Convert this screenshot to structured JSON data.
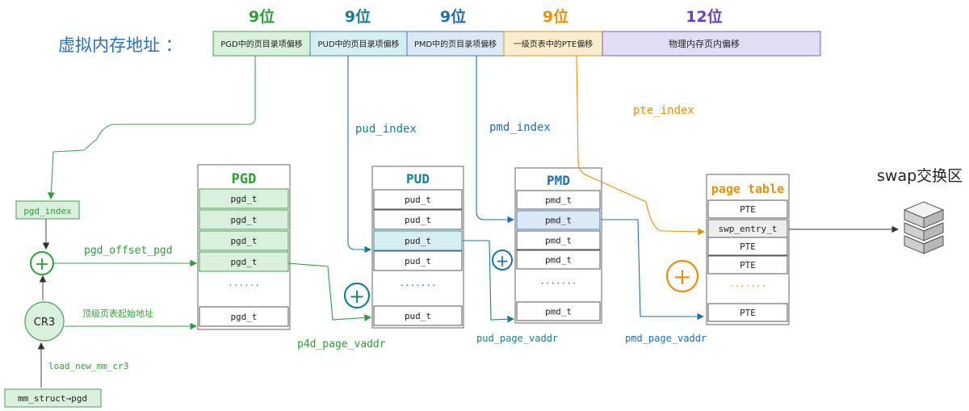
{
  "address": {
    "label": "虚拟内存地址 ：",
    "fields": [
      {
        "bits": "9位",
        "text": "PGD中的页目录项偏移",
        "bits_color": "#2e9e3c",
        "fill": "#d9f0dc",
        "stroke": "#4a9e55"
      },
      {
        "bits": "9位",
        "text": "PUD中的页目录项偏移",
        "bits_color": "#1a7f8c",
        "fill": "#d6eef2",
        "stroke": "#3e8c96"
      },
      {
        "bits": "9位",
        "text": "PMD中的页目录项偏移",
        "bits_color": "#1f6fae",
        "fill": "#dbe8f6",
        "stroke": "#4a7cb0"
      },
      {
        "bits": "9位",
        "text": "一级页表中的PTE偏移",
        "bits_color": "#e8900c",
        "fill": "#fbedcc",
        "stroke": "#c99a3a"
      },
      {
        "bits": "12位",
        "text": "物理内存页内偏移",
        "bits_color": "#6a3fc4",
        "fill": "#e3dcf5",
        "stroke": "#7a63b8"
      }
    ]
  },
  "colors": {
    "green": "#2e9e3c",
    "teal": "#1a7f8c",
    "blue": "#1f6fae",
    "orange": "#e8900c",
    "purple": "#6a3fc4",
    "label_blue": "#2a6fb8",
    "dark": "#333333"
  },
  "index_labels": {
    "pud_index": "pud_index",
    "pmd_index": "pmd_index",
    "pte_index": "pte_index"
  },
  "left_chain": {
    "pgd_index": "pgd_index",
    "pgd_offset": "pgd_offset_pgd",
    "cr3": "CR3",
    "cr3_desc": "顶级页表起始地址",
    "load": "load_new_mm_cr3",
    "mm_struct": "mm_struct→pgd"
  },
  "tables": {
    "pgd": {
      "title": "PGD",
      "rows": [
        "pgd_t",
        "pgd_t",
        "pgd_t",
        "pgd_t",
        "......",
        "pgd_t"
      ],
      "highlight": [
        0,
        1,
        2,
        3
      ]
    },
    "pud": {
      "title": "PUD",
      "rows": [
        "pud_t",
        "pud_t",
        "pud_t",
        "pud_t",
        ".......",
        "pud_t"
      ],
      "highlight": [
        2
      ]
    },
    "pmd": {
      "title": "PMD",
      "rows": [
        "pmd_t",
        "pmd_t",
        "pmd_t",
        "pmd_t",
        ".......",
        "pmd_t"
      ],
      "highlight": [
        1
      ]
    },
    "pt": {
      "title": "page table",
      "rows": [
        "PTE",
        "swp_entry_t",
        "PTE",
        "PTE",
        ".......",
        "PTE"
      ],
      "highlight": [
        1
      ]
    }
  },
  "vaddr_labels": {
    "p4d": "p4d_page_vaddr",
    "pud": "pud_page_vaddr",
    "pmd": "pmd_page_vaddr"
  },
  "swap": {
    "label": "swap交换区",
    "icon": "server-stack-icon"
  },
  "plus_symbol": "+"
}
